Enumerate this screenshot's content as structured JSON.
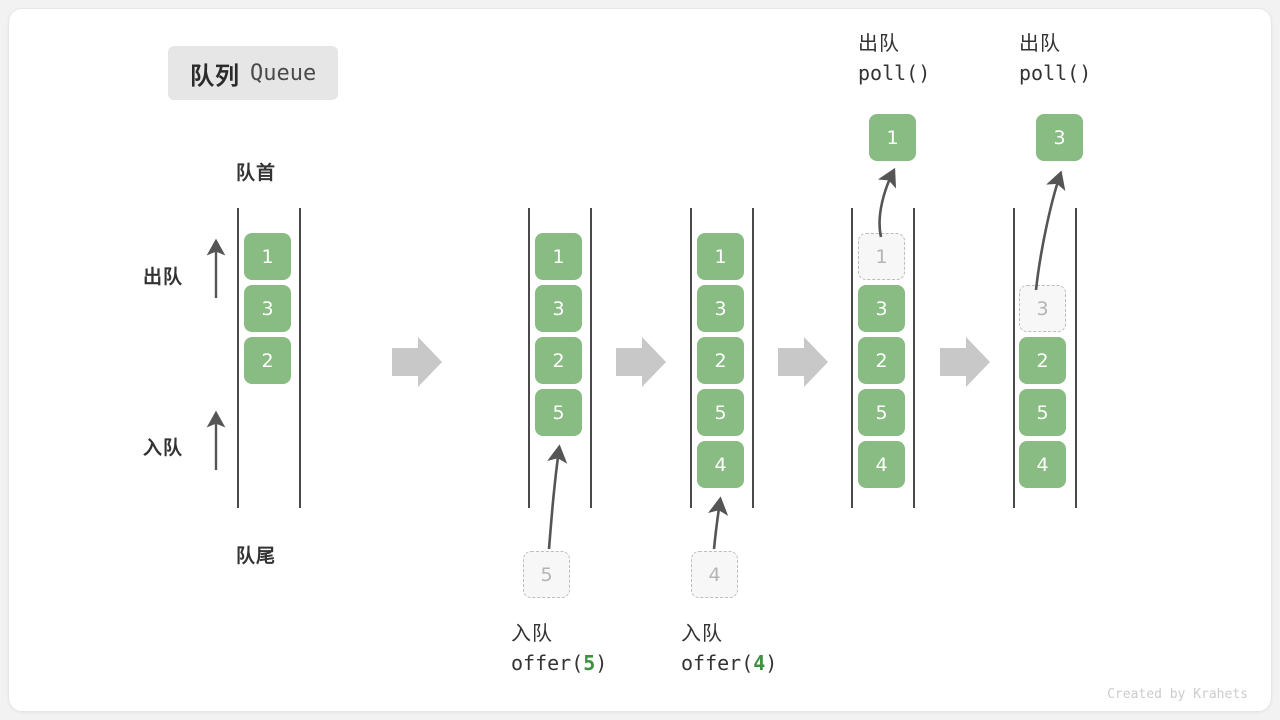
{
  "title": {
    "cn": "队列",
    "en": "Queue"
  },
  "labels": {
    "head": "队首",
    "tail": "队尾",
    "dequeue_side": "出队",
    "enqueue_side": "入队"
  },
  "colors": {
    "cell_fill": "#88bc82",
    "cell_text": "#ffffff",
    "ghost_fill": "#f7f7f7",
    "ghost_border": "#bdbdbd",
    "ghost_text": "#b4b4b4",
    "rail": "#4a4a4a",
    "arrow_gray": "#c8c8c8",
    "curve_arrow": "#555555",
    "badge_bg": "#e6e6e6",
    "accent_green": "#3f9142",
    "card_bg": "#ffffff",
    "page_bg": "#f2f2f2"
  },
  "columns": [
    {
      "id": "initial",
      "cells": [
        "1",
        "3",
        "2"
      ],
      "ghost_index": -1,
      "caption_cn": "",
      "caption_code": "",
      "caption_arg": "",
      "top_label_cn": "",
      "top_label_code": "",
      "floating_cell": ""
    },
    {
      "id": "offer-5",
      "cells": [
        "1",
        "3",
        "2",
        "5"
      ],
      "ghost_index": -1,
      "caption_cn": "入队",
      "caption_code_prefix": "offer(",
      "caption_arg": "5",
      "caption_code_suffix": ")",
      "pending_cell": "5",
      "top_label_cn": "",
      "top_label_code": "",
      "floating_cell": ""
    },
    {
      "id": "offer-4",
      "cells": [
        "1",
        "3",
        "2",
        "5",
        "4"
      ],
      "ghost_index": -1,
      "caption_cn": "入队",
      "caption_code_prefix": "offer(",
      "caption_arg": "4",
      "caption_code_suffix": ")",
      "pending_cell": "4",
      "top_label_cn": "",
      "top_label_code": "",
      "floating_cell": ""
    },
    {
      "id": "poll-1",
      "cells": [
        "1",
        "3",
        "2",
        "5",
        "4"
      ],
      "ghost_index": 0,
      "caption_cn": "",
      "caption_code": "",
      "top_label_cn": "出队",
      "top_label_code": "poll()",
      "floating_cell": "1"
    },
    {
      "id": "poll-3",
      "cells": [
        "3",
        "2",
        "5",
        "4"
      ],
      "ghost_index": 0,
      "ghost_slot": 1,
      "caption_cn": "",
      "caption_code": "",
      "top_label_cn": "出队",
      "top_label_code": "poll()",
      "floating_cell": "3"
    }
  ],
  "credit": "Created by Krahets"
}
